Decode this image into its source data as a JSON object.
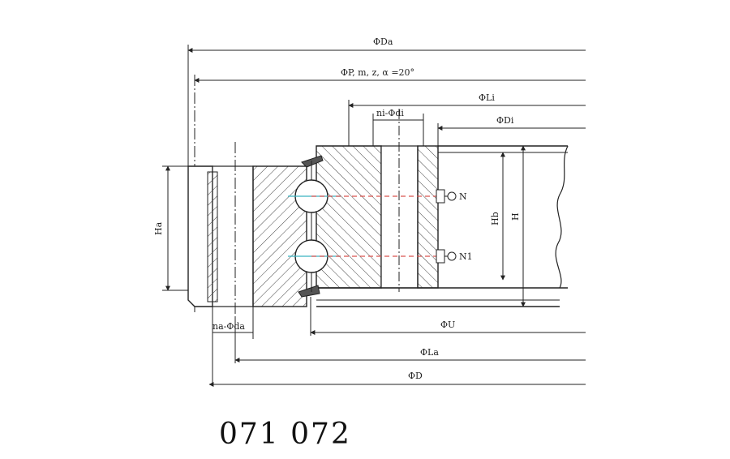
{
  "dimensions": {
    "Da": "ΦDa",
    "P": "ΦP, m, z, α =20°",
    "Li": "ΦLi",
    "ni_di": "ni-Φdi",
    "Di": "ΦDi",
    "Ha": "Ha",
    "Hb": "Hb",
    "H": "H",
    "N": "N",
    "N1": "N1",
    "na_da": "na-Φda",
    "U": "ΦU",
    "La": "ΦLa",
    "D": "ΦD"
  },
  "model_label": "071 072",
  "colors": {
    "line": "#222222",
    "hatch": "#444444",
    "center_line_red": "#d9534f",
    "center_line_cyan": "#3bb4c1"
  }
}
